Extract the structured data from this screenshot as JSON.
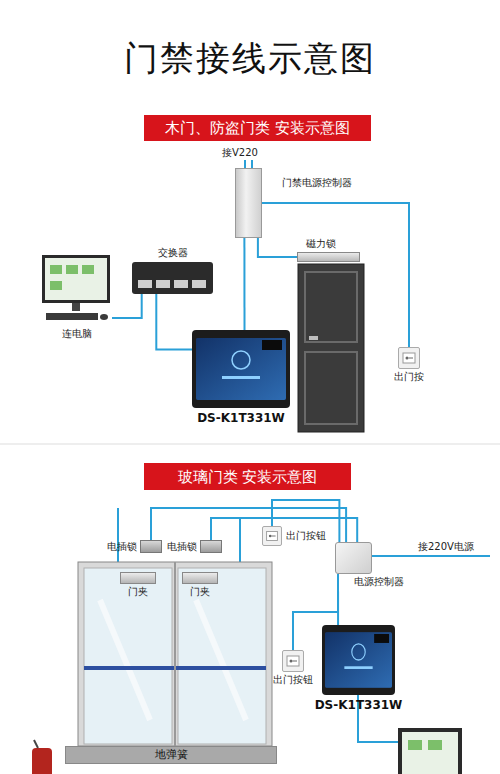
{
  "diagram": {
    "title": "门禁接线示意图",
    "nodes": [
      {
        "text": [
          "木门、防盗门类 安装示意图"
        ]
      },
      {
        "text": [
          "门禁电源控制器"
        ]
      },
      {
        "text": [
          "磁力锁"
        ]
      },
      {
        "text": [
          "出门按"
        ]
      },
      {
        "text": [
          "交换器"
        ]
      },
      {
        "text": [
          "连电脑"
        ]
      },
      {
        "text": [
          "DS-K1T331W"
        ]
      },
      {
        "text": [
          "玻璃门类 安装示意图"
        ]
      },
      {
        "text": [
          "电插锁"
        ]
      },
      {
        "text": [
          "电插锁"
        ]
      },
      {
        "text": [
          "门夹"
        ]
      },
      {
        "text": [
          "门夹"
        ]
      },
      {
        "text": [
          "出门按钮"
        ]
      },
      {
        "text": [
          "电源控制器"
        ]
      },
      {
        "text": [
          "出门按钮"
        ]
      },
      {
        "text": [
          "DS-K1T331W"
        ]
      },
      {
        "text": [
          "地弹簧"
        ]
      }
    ],
    "edges": [
      {
        "from": 1,
        "to": 2,
        "arrow": "none"
      },
      {
        "from": 1,
        "to": 3,
        "arrow": "none"
      },
      {
        "from": 1,
        "to": 6,
        "arrow": "none"
      },
      {
        "from": 4,
        "to": 6,
        "arrow": "none"
      },
      {
        "from": 5,
        "to": 4,
        "arrow": "none"
      },
      {
        "from": 8,
        "to": 13,
        "arrow": "none"
      },
      {
        "from": 9,
        "to": 13,
        "arrow": "none"
      },
      {
        "from": 12,
        "to": 13,
        "arrow": "none"
      },
      {
        "from": 14,
        "to": 13,
        "arrow": "none"
      },
      {
        "from": 15,
        "to": 13,
        "arrow": "none"
      }
    ],
    "labels": [
      "接V220",
      "接220V电源"
    ]
  }
}
